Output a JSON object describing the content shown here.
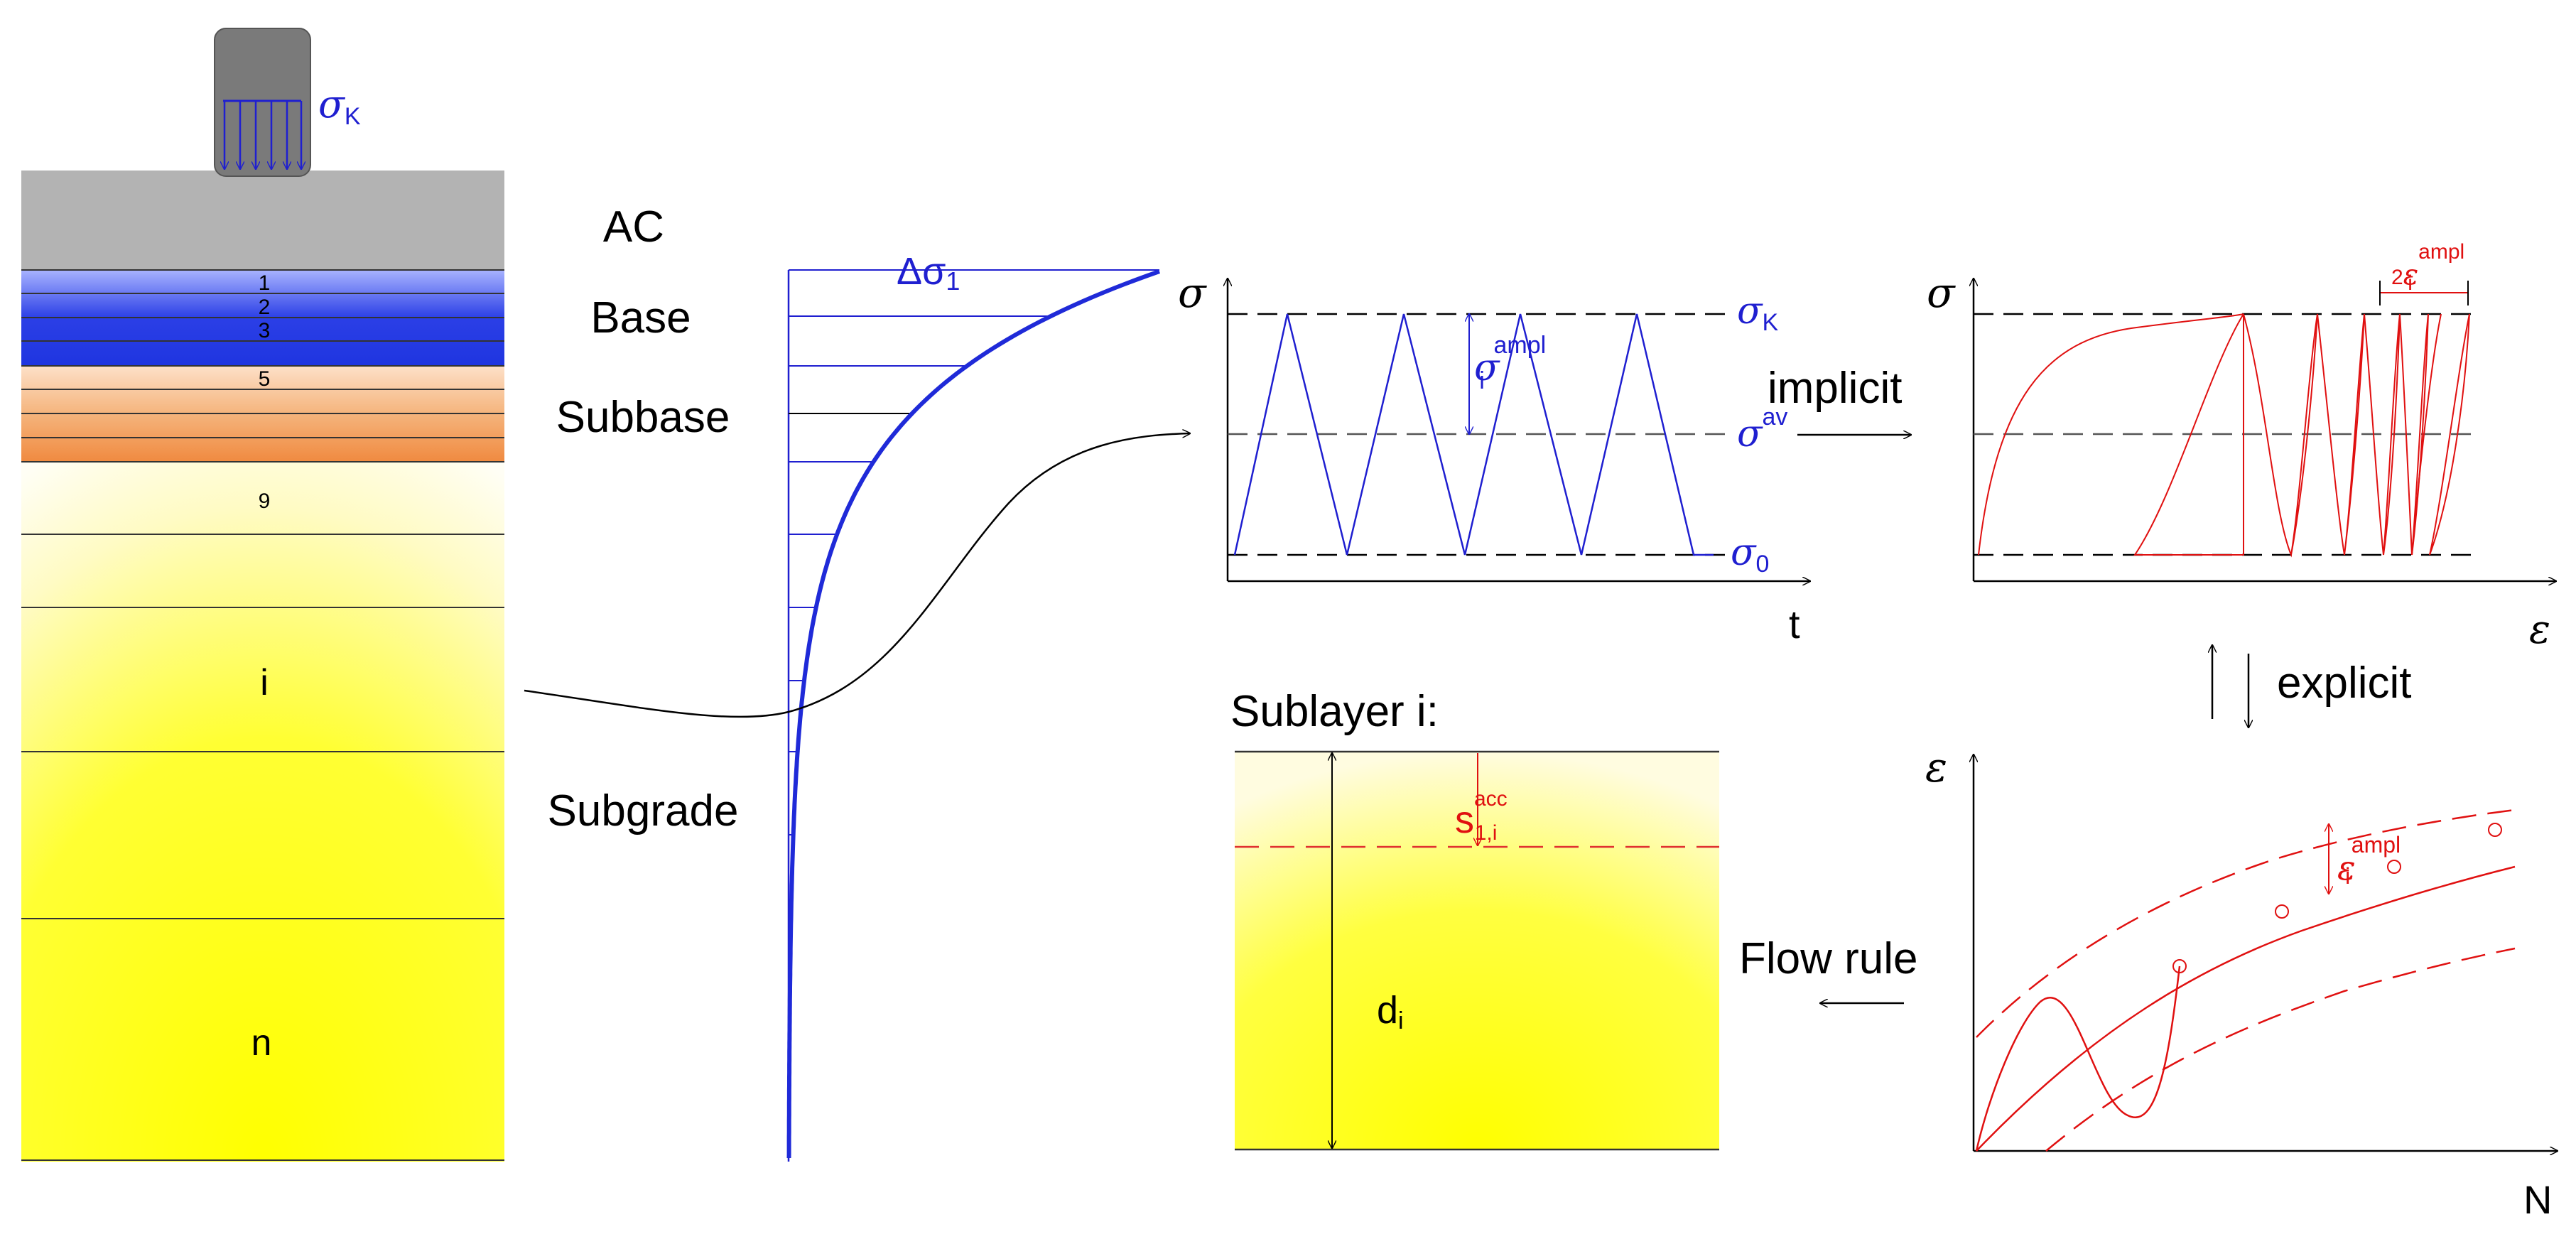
{
  "load": {
    "symbol": "σ",
    "subscript": "K"
  },
  "column_layers": {
    "ac": "AC",
    "base": "Base",
    "subbase": "Subbase",
    "subgrade": "Subgrade",
    "sublayer_numbers": [
      "1",
      "2",
      "3",
      "5",
      "9"
    ],
    "layer_i": "i",
    "layer_n": "n"
  },
  "stress_profile": {
    "label": "Δσ",
    "subscript": "1"
  },
  "stress_time_plot": {
    "y_axis": "σ",
    "x_axis": "t",
    "sigma_k": {
      "base": "σ",
      "sub": "K"
    },
    "sigma_av": {
      "base": "σ",
      "sup": "av"
    },
    "sigma_0": {
      "base": "σ",
      "sub": "0"
    },
    "amplitude": {
      "base": "σ",
      "sub": "i",
      "sup": "ampl"
    }
  },
  "stress_strain_plot": {
    "y_axis": "σ",
    "x_axis": "ε",
    "amplitude": {
      "prefix": "2",
      "base": "ε",
      "sub": "i",
      "sup": "ampl"
    }
  },
  "strain_cycles_plot": {
    "y_axis": "ε",
    "x_axis": "N",
    "amplitude": {
      "base": "ε",
      "sub": "i",
      "sup": "ampl"
    }
  },
  "arrows": {
    "implicit": "implicit",
    "explicit": "explicit",
    "flow_rule": "Flow rule"
  },
  "sublayer": {
    "title": "Sublayer i:",
    "settlement": {
      "base": "s",
      "sub": "1,i",
      "sup": "acc"
    },
    "thickness": {
      "base": "d",
      "sub": "i"
    }
  },
  "colors": {
    "load_blue": "#1f1fd0",
    "diagram_red": "#e01010",
    "ac_grey": "#b3b3b3",
    "footing_grey": "#7a7a7a",
    "base_blue": "#2b3fe6",
    "subbase_orange": "#f0a060",
    "subgrade_yellow": "#ffff00"
  }
}
